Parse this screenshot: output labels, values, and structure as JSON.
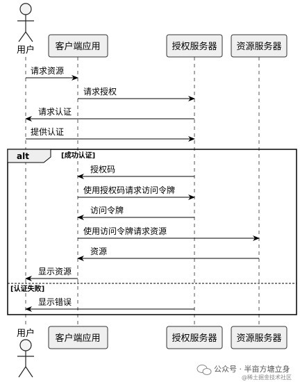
{
  "participants": [
    {
      "id": "user",
      "label": "用户",
      "kind": "actor"
    },
    {
      "id": "client",
      "label": "客户端应用",
      "kind": "box"
    },
    {
      "id": "auth",
      "label": "授权服务器",
      "kind": "box"
    },
    {
      "id": "resource",
      "label": "资源服务器",
      "kind": "box"
    }
  ],
  "messages": [
    {
      "from": "user",
      "to": "client",
      "label": "请求资源"
    },
    {
      "from": "client",
      "to": "auth",
      "label": "请求授权"
    },
    {
      "from": "auth",
      "to": "user",
      "label": "请求认证"
    },
    {
      "from": "user",
      "to": "auth",
      "label": "提供认证"
    },
    {
      "from": "auth",
      "to": "client",
      "label": "授权码"
    },
    {
      "from": "client",
      "to": "auth",
      "label": "使用授权码请求访问令牌"
    },
    {
      "from": "auth",
      "to": "client",
      "label": "访问令牌"
    },
    {
      "from": "client",
      "to": "resource",
      "label": "使用访问令牌请求资源"
    },
    {
      "from": "resource",
      "to": "client",
      "label": "资源"
    },
    {
      "from": "client",
      "to": "user",
      "label": "显示资源"
    },
    {
      "from": "auth",
      "to": "user",
      "label": "显示错误"
    }
  ],
  "alt_block": {
    "keyword": "alt",
    "condition": "[成功认证]",
    "else_condition": "[认证失败]"
  },
  "watermark": {
    "text": "公众号 · 半亩方塘立身",
    "subtext": "@稀土掘金技术社区"
  }
}
